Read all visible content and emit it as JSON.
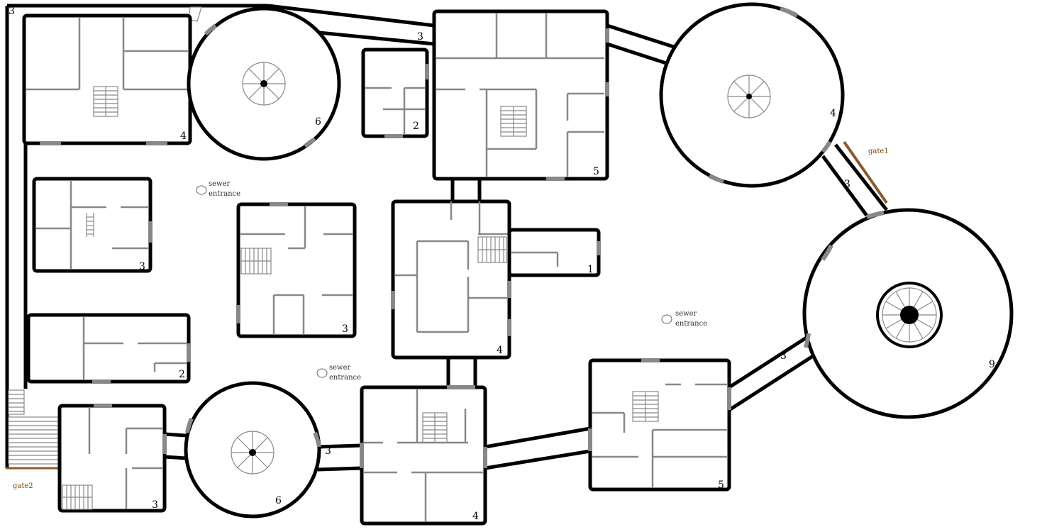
{
  "colors": {
    "wall": "#000000",
    "interior": "#888888",
    "gate": "#8B5A2B",
    "gate_label": "#7A4A00"
  },
  "rooms": [
    {
      "id": "nw-building",
      "label": "4"
    },
    {
      "id": "nw-tower",
      "label": "6"
    },
    {
      "id": "small-north",
      "label": "2"
    },
    {
      "id": "north-keep",
      "label": "5"
    },
    {
      "id": "ne-tower",
      "label": "4"
    },
    {
      "id": "west-house",
      "label": "3"
    },
    {
      "id": "central-house",
      "label": "3"
    },
    {
      "id": "central-keep",
      "label": "4"
    },
    {
      "id": "annex",
      "label": "1"
    },
    {
      "id": "sw-long-house",
      "label": "2"
    },
    {
      "id": "sw-house",
      "label": "3"
    },
    {
      "id": "sw-tower",
      "label": "6"
    },
    {
      "id": "south-keep",
      "label": "4"
    },
    {
      "id": "se-house",
      "label": "5"
    },
    {
      "id": "east-great-tower",
      "label": "9"
    }
  ],
  "corridors": [
    {
      "id": "corner-nw",
      "label": "3"
    },
    {
      "id": "north-bridge",
      "label": "3"
    },
    {
      "id": "east-bridge",
      "label": "3"
    },
    {
      "id": "se-bridge",
      "label": "3"
    },
    {
      "id": "south-bridge",
      "label": "3"
    }
  ],
  "gates": [
    "gate1",
    "gate2"
  ],
  "sewers": [
    {
      "line1": "sewer",
      "line2": "entrance"
    },
    {
      "line1": "sewer",
      "line2": "entrance"
    },
    {
      "line1": "sewer",
      "line2": "entrance"
    }
  ]
}
